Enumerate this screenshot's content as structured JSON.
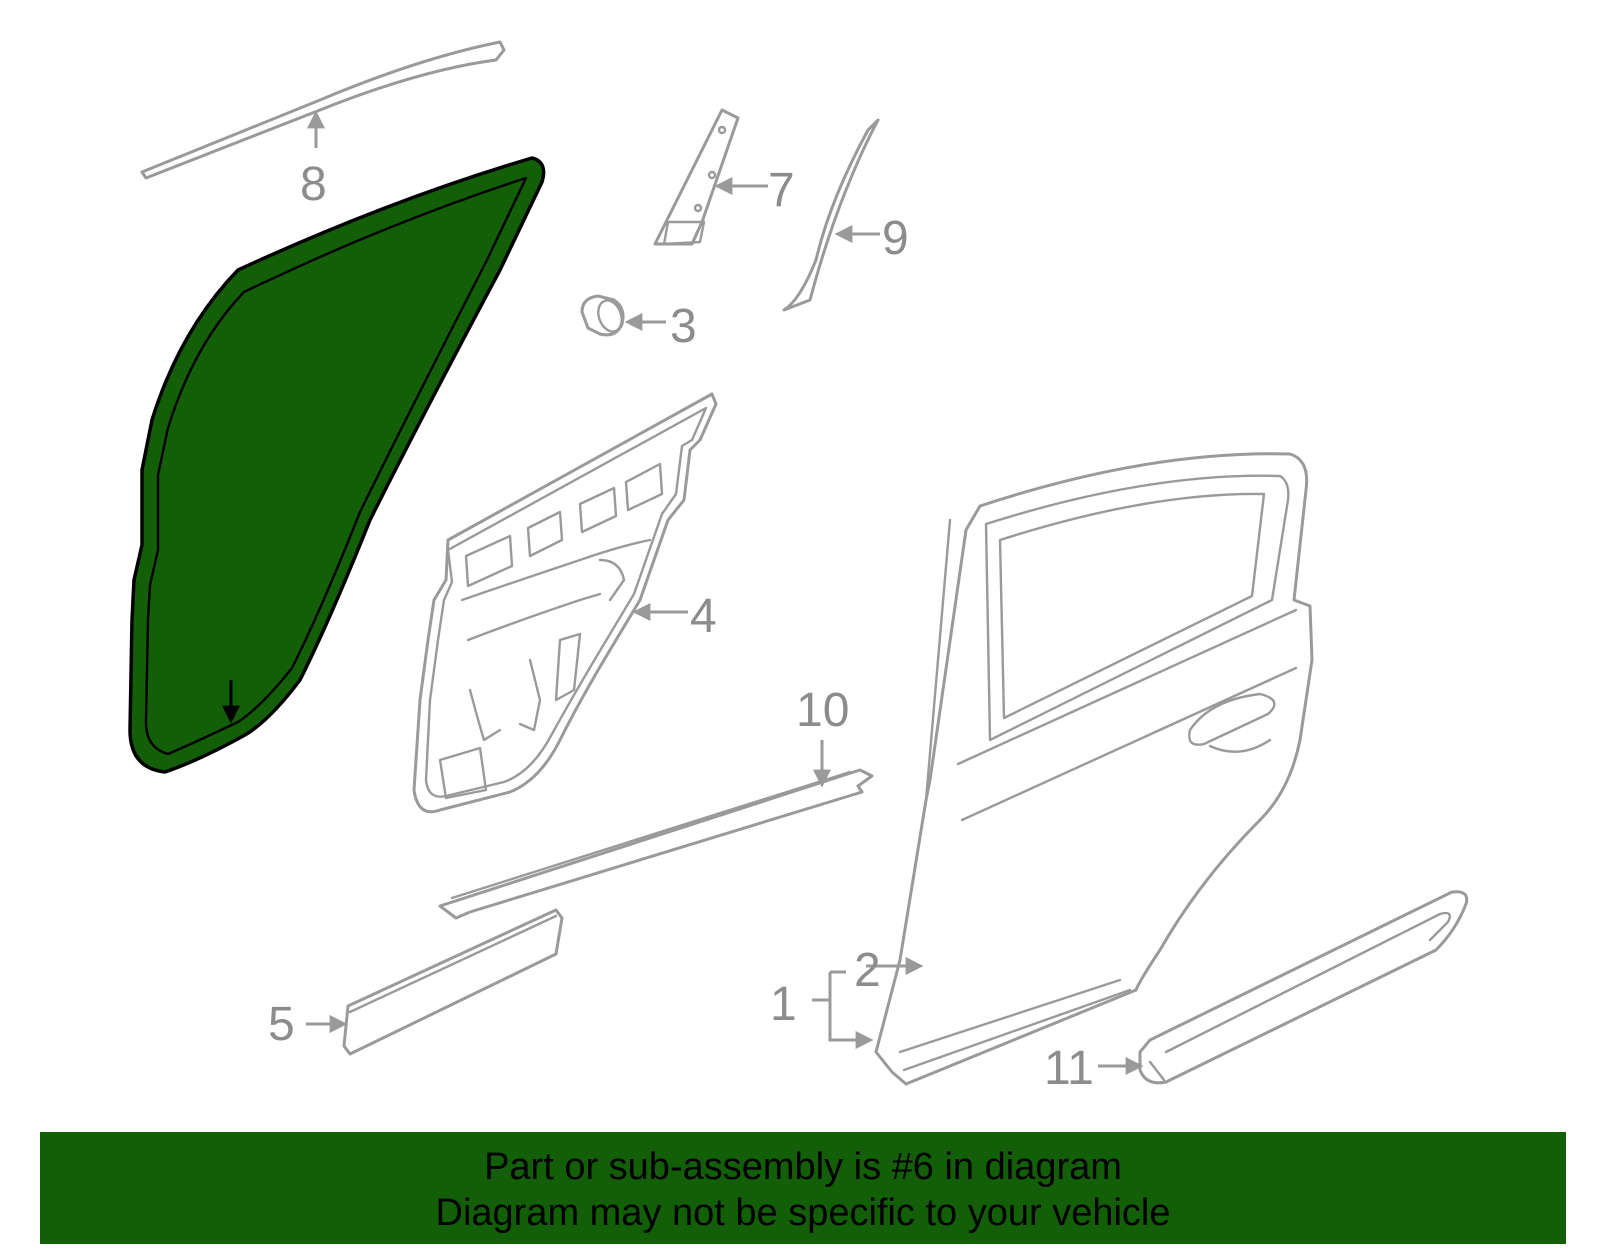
{
  "diagram": {
    "highlight_color": "#125f07",
    "line_color": "#9a9a9a",
    "highlighted_part": "6",
    "callouts": [
      {
        "id": "1",
        "label": "1"
      },
      {
        "id": "2",
        "label": "2"
      },
      {
        "id": "3",
        "label": "3"
      },
      {
        "id": "4",
        "label": "4"
      },
      {
        "id": "5",
        "label": "5"
      },
      {
        "id": "7",
        "label": "7"
      },
      {
        "id": "8",
        "label": "8"
      },
      {
        "id": "9",
        "label": "9"
      },
      {
        "id": "10",
        "label": "10"
      },
      {
        "id": "11",
        "label": "11"
      }
    ]
  },
  "banner": {
    "line1": "Part or sub-assembly is #6 in diagram",
    "line2": "Diagram may not be specific to your vehicle",
    "background": "#125f07"
  }
}
